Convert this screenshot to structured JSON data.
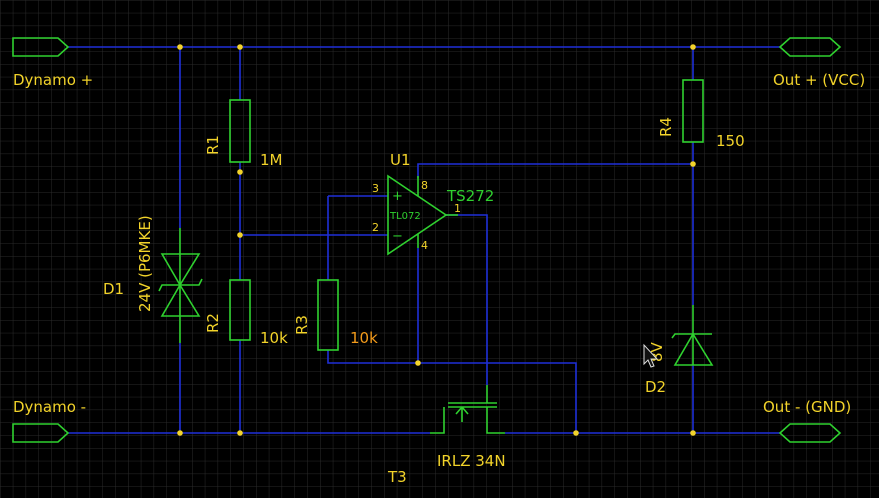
{
  "ports": {
    "dynamo_plus": "Dynamo +",
    "dynamo_minus": "Dynamo -",
    "out_plus": "Out + (VCC)",
    "out_minus": "Out - (GND)"
  },
  "components": {
    "r1": {
      "ref": "R1",
      "value": "1M"
    },
    "r2": {
      "ref": "R2",
      "value": "10k"
    },
    "r3": {
      "ref": "R3",
      "value": "10k"
    },
    "r4": {
      "ref": "R4",
      "value": "150"
    },
    "d1": {
      "ref": "D1",
      "value": "24V (P6MKE)"
    },
    "d2": {
      "ref": "D2",
      "value": "8V"
    },
    "u1": {
      "ref": "U1",
      "value": "TS272",
      "inner": "TL072",
      "pins": {
        "p1": "1",
        "p2": "2",
        "p3": "3",
        "p4": "4",
        "p8": "8"
      },
      "plus": "+",
      "minus": "−"
    },
    "t3": {
      "ref": "T3",
      "value": "IRLZ 34N"
    }
  },
  "colors": {
    "background": "#000000",
    "grid": "#2a2a2a",
    "wire": "#1f2fd8",
    "component": "#2fd12f",
    "label": "#f2d32a",
    "value_highlight": "#f39b1b"
  }
}
